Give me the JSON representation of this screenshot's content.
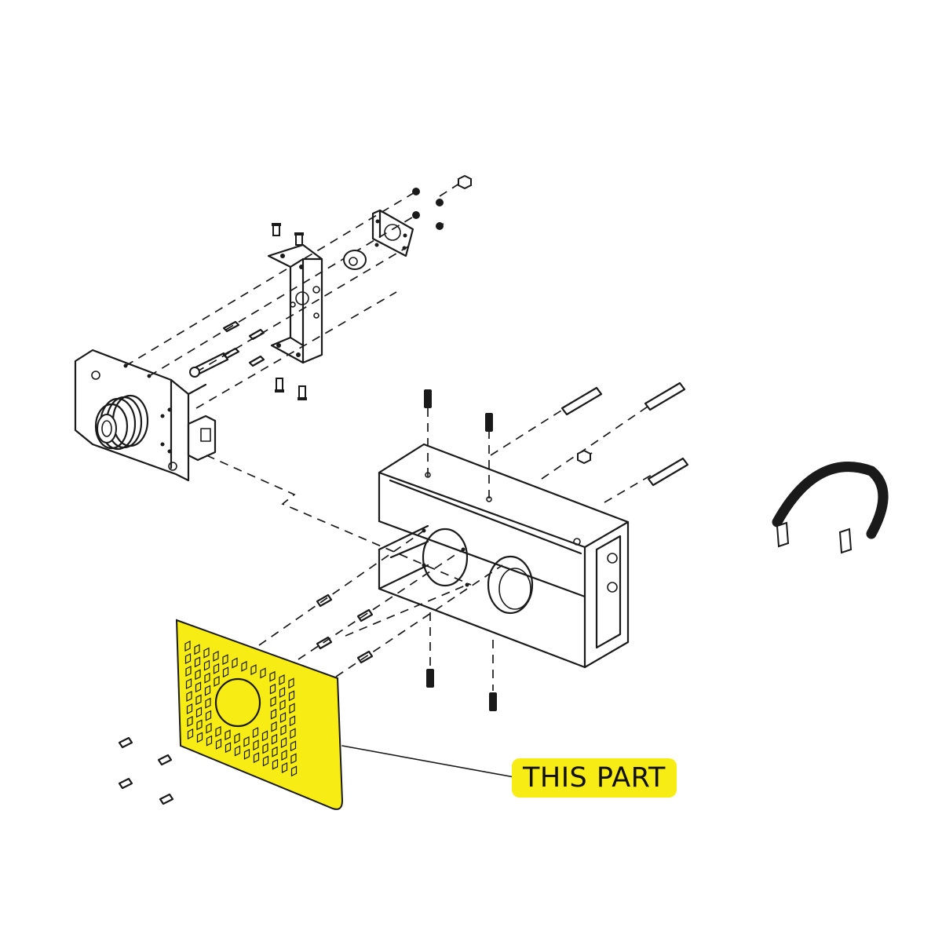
{
  "callout": {
    "label": "THIS PART",
    "highlight_color": "#f7ec14"
  },
  "parts": [
    "mounting-plate-with-pulley",
    "l-bracket",
    "bearing-plate",
    "washer",
    "hex-nut",
    "main-housing-frame",
    "highlighted-grille-plate",
    "standoff-spacers",
    "dowel-pins",
    "machine-screws",
    "ribbon-cable"
  ]
}
